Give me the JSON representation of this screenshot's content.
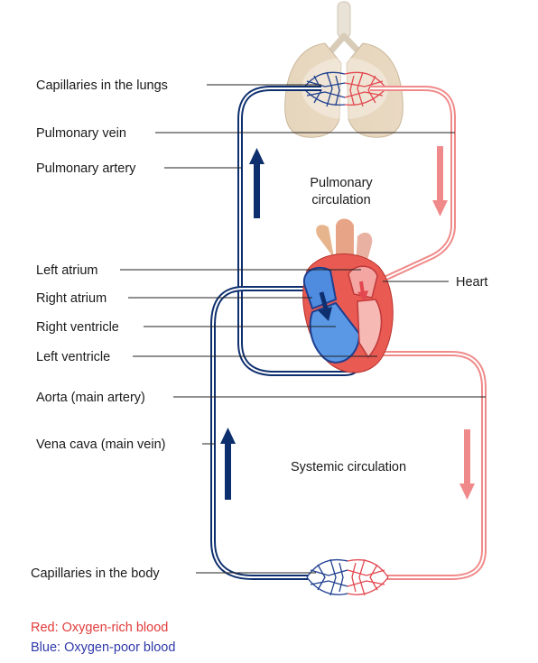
{
  "labels": {
    "capillaries_lungs": "Capillaries in the lungs",
    "pulmonary_vein": "Pulmonary vein",
    "pulmonary_artery": "Pulmonary artery",
    "left_atrium": "Left atrium",
    "right_atrium": "Right atrium",
    "right_ventricle": "Right ventricle",
    "left_ventricle": "Left ventricle",
    "heart": "Heart",
    "aorta": "Aorta (main artery)",
    "vena_cava": "Vena cava (main vein)",
    "capillaries_body": "Capillaries in the body"
  },
  "regions": {
    "pulmonary_line1": "Pulmonary",
    "pulmonary_line2": "circulation",
    "systemic": "Systemic circulation"
  },
  "legend": {
    "red": "Red: Oxygen-rich blood",
    "blue": "Blue: Oxygen-poor blood"
  },
  "colors": {
    "oxygen_rich": "#f08a8a",
    "oxygen_poor": "#0e2f6e",
    "legend_red": "#e23b3b",
    "legend_blue": "#2f3aa8"
  }
}
